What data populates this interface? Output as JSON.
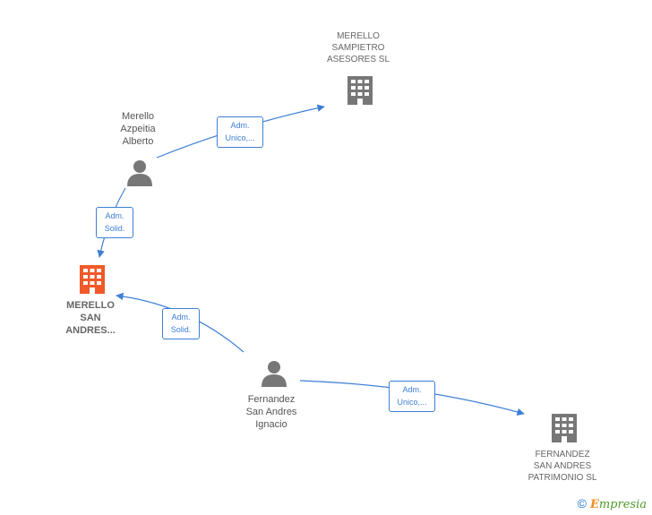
{
  "nodes": {
    "merello_sampietro": {
      "label": "MERELLO\nSAMPIETRO\nASESORES  SL",
      "type": "company"
    },
    "merello_azpeitia": {
      "label": "Merello\nAzpeitia\nAlberto",
      "type": "person"
    },
    "merello_san_andres": {
      "label": "MERELLO\nSAN\nANDRES...",
      "type": "company-focus"
    },
    "fernandez_ignacio": {
      "label": "Fernandez\nSan Andres\nIgnacio",
      "type": "person"
    },
    "fernandez_patrimonio": {
      "label": "FERNANDEZ\nSAN ANDRES\nPATRIMONIO  SL",
      "type": "company"
    }
  },
  "edges": {
    "azpeitia_to_sampietro": {
      "label": "Adm.\nUnico,..."
    },
    "azpeitia_to_san_andres": {
      "label": "Adm.\nSolid."
    },
    "ignacio_to_san_andres": {
      "label": "Adm.\nSolid."
    },
    "ignacio_to_patrimonio": {
      "label": "Adm.\nUnico,..."
    }
  },
  "colors": {
    "edge": "#3d7fd6",
    "icon_gray": "#777777",
    "focus_orange": "#f05a28"
  },
  "brand": {
    "copyright_symbol": "©",
    "name_first": "E",
    "name_rest": "mpresia"
  }
}
